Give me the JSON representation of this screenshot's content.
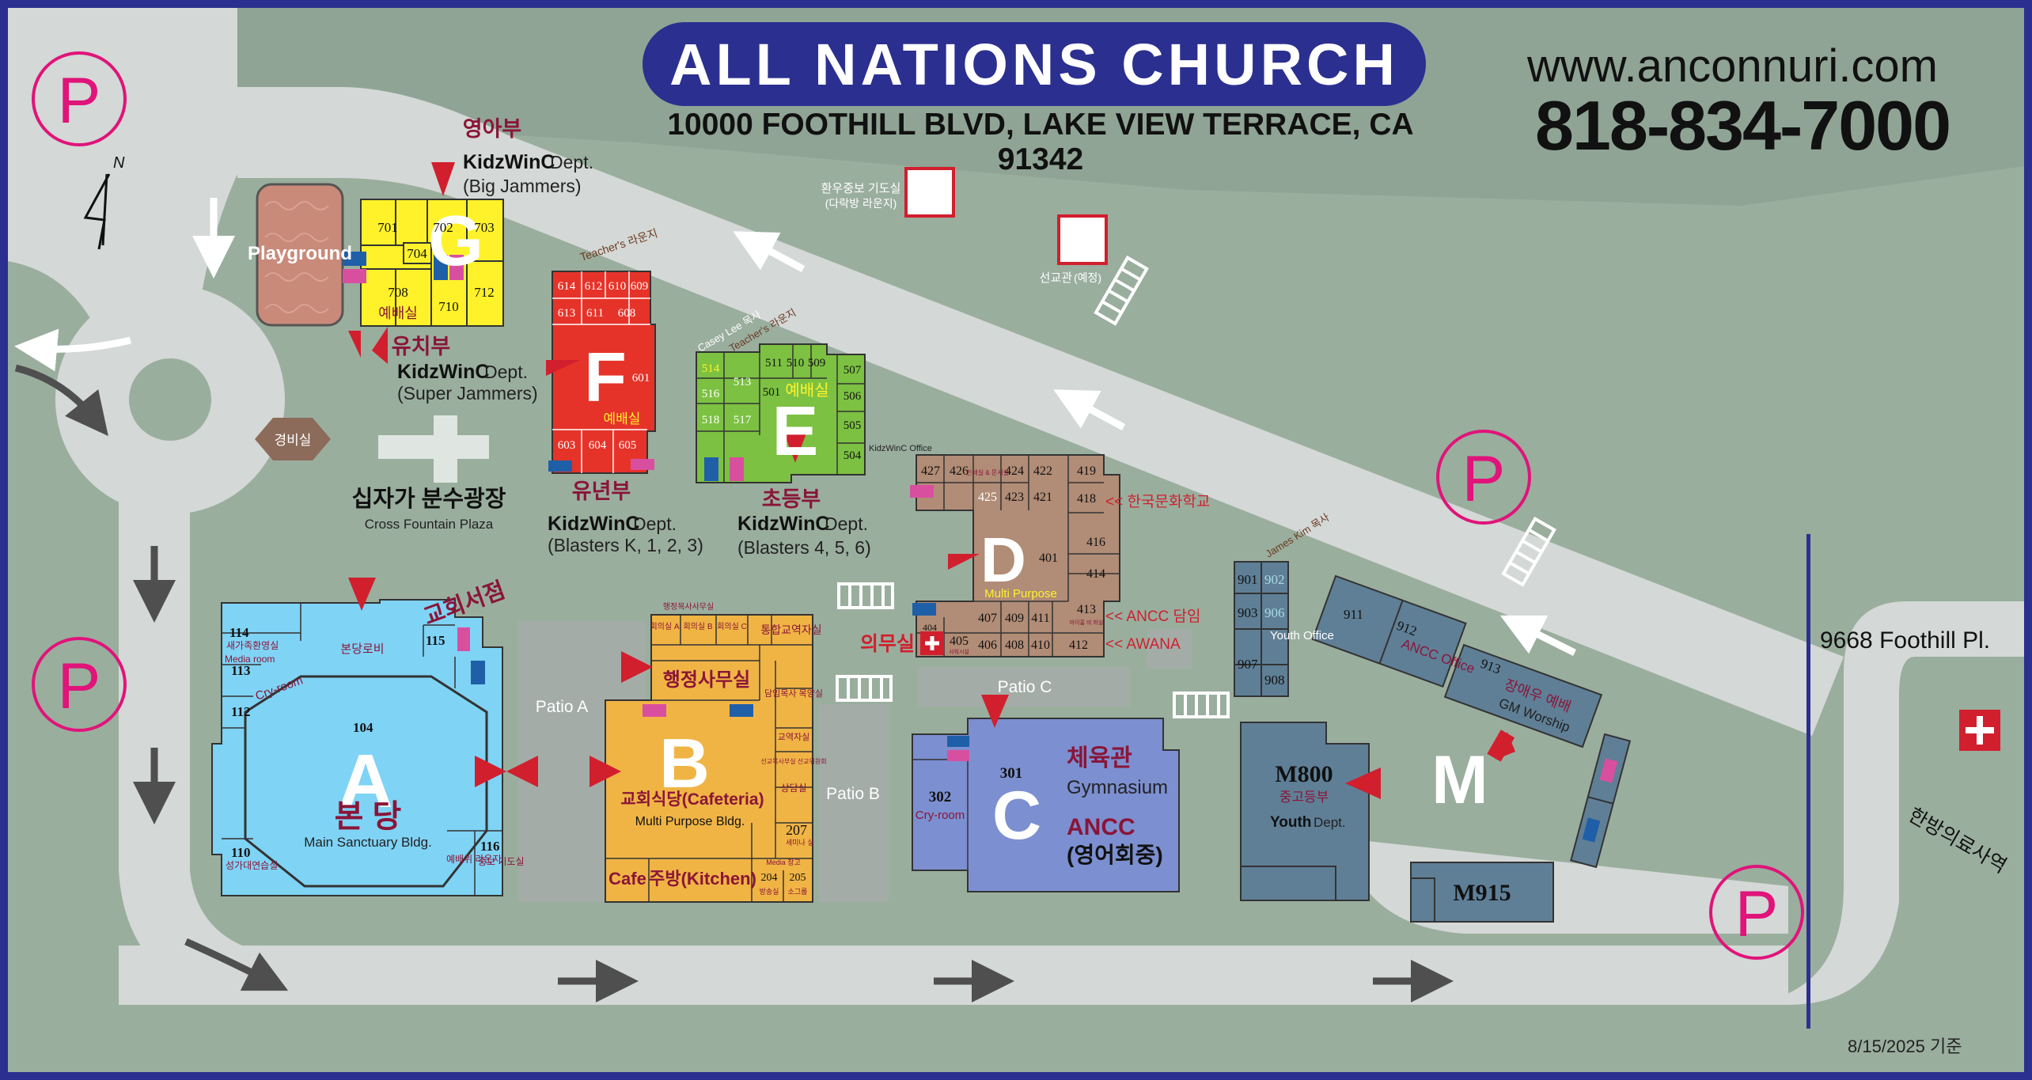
{
  "header": {
    "title": "ALL NATIONS CHURCH",
    "address": "10000 FOOTHILL BLVD, LAKE VIEW TERRACE, CA 91342",
    "website": "www.anconnuri.com",
    "phone": "818-834-7000",
    "date": "8/15/2025 기준"
  },
  "colors": {
    "border": "#2b2f8f",
    "ground": "#9aae9e",
    "road": "#d4d8d6",
    "parking": "#e0147a",
    "arrow_red": "#d11f2e",
    "bldg_A": "#7fd3f5",
    "bldg_B": "#f0b445",
    "bldg_C": "#7c8fd0",
    "bldg_D": "#b18c76",
    "bldg_E": "#7cc142",
    "bldg_F": "#e63329",
    "bldg_G": "#fff22a",
    "bldg_M": "#5f7f96",
    "label_maroon": "#8a1538"
  },
  "compass": {
    "letter": "N"
  },
  "parking": {
    "symbol": "P"
  },
  "playground": {
    "label": "Playground"
  },
  "security": {
    "label": "경비실"
  },
  "plaza": {
    "label": "십자가 분수광장",
    "sub": "Cross Fountain Plaza"
  },
  "building_G": {
    "letter": "G",
    "rooms": [
      "701",
      "702",
      "703",
      "704",
      "708",
      "710",
      "712"
    ],
    "worship": "예배실",
    "dept_top_kr": "영아부",
    "dept_top_brand": "KidzWinC",
    "dept_top_word": "Dept.",
    "dept_top_sub": "(Big Jammers)",
    "dept_bottom_kr": "유치부",
    "dept_bottom_brand": "KidzWinC",
    "dept_bottom_word": "Dept.",
    "dept_bottom_sub": "(Super Jammers)"
  },
  "building_F": {
    "letter": "F",
    "rooms": [
      "614",
      "612",
      "610",
      "609",
      "613",
      "611",
      "608",
      "601",
      "603",
      "604",
      "605"
    ],
    "worship": "예배실",
    "teacher_lounge": "Teacher's 라운지",
    "dept_kr": "유년부",
    "dept_brand": "KidzWinC",
    "dept_word": "Dept.",
    "dept_sub": "(Blasters K, 1, 2, 3)"
  },
  "building_E": {
    "letter": "E",
    "rooms": [
      "514",
      "511",
      "510",
      "509",
      "516",
      "513",
      "501",
      "507",
      "518",
      "517",
      "506",
      "505",
      "504"
    ],
    "worship": "예배실",
    "office_label": "Casey Lee 목사",
    "teacher_lounge": "Teacher's 라운지",
    "kidzwinc_office": "KidzWinC Office",
    "dept_kr": "초등부",
    "dept_brand": "KidzWinC",
    "dept_word": "Dept.",
    "dept_sub": "(Blasters 4, 5, 6)"
  },
  "building_D": {
    "letter": "D",
    "sub": "Multi Purpose",
    "rooms": [
      "427",
      "426",
      "424",
      "422",
      "419",
      "425",
      "423",
      "421",
      "418",
      "416",
      "401",
      "414",
      "413",
      "404",
      "407",
      "409",
      "411",
      "405",
      "406",
      "408",
      "410",
      "412"
    ],
    "room_note_425a": "인쇄실 & 문서실",
    "room_note_413": "마이홈 비 화실",
    "room_note_405": "샤워시설",
    "tag_korean_school": "<< 한국문화학교",
    "tag_ancc": "<< ANCC 담임",
    "tag_awana": "<< AWANA",
    "infirmary": "의무실"
  },
  "building_A": {
    "letter": "A",
    "name_kr": "본 당",
    "name_en": "Main Sanctuary Bldg.",
    "rooms": [
      "114",
      "113",
      "112",
      "104",
      "115",
      "110",
      "116"
    ],
    "room_114": "새가족환영실",
    "room_113": "Media room",
    "cry_room": "Cry-room",
    "lobby": "본당로비",
    "bookstore": "교회서점",
    "room_110": "성가대연습실",
    "room_116": "중보 기도실",
    "prep_room": "예배위 라운지"
  },
  "building_B": {
    "letter": "B",
    "name_kr": "교회식당(Cafeteria)",
    "name_en": "Multi Purpose Bldg.",
    "admin_office": "행정사무실",
    "admin_top": "행정목사사무실",
    "meeting_a": "회의실 A",
    "meeting_b": "회의실 B",
    "meeting_c": "회의실 C",
    "integrated_ed": "통합교역자실",
    "pastor_room": "담임목사 목양실",
    "clergy_room": "교역자실",
    "missionary_room": "선교목사부실 선교위원회",
    "counseling": "상담실",
    "room_207": "207",
    "room_207_sub": "세미나 실",
    "media_room": "Media 창고",
    "room_204": "204",
    "room_204_sub": "방송실",
    "room_205": "205",
    "room_205_sub": "소그룹",
    "cafe": "Cafe",
    "kitchen": "주방(Kitchen)"
  },
  "building_C": {
    "letter": "C",
    "room_301": "301",
    "room_302": "302",
    "cry_room": "Cry-room",
    "name_kr": "체육관",
    "name_en": "Gymnasium",
    "ancc": "ANCC",
    "ancc_kr": "(영어회중)"
  },
  "patios": {
    "a": "Patio A",
    "b": "Patio B",
    "c": "Patio C"
  },
  "prayer_room": {
    "label": "환우중보 기도실",
    "sub": "(다락방 라운지)"
  },
  "mission_hall": {
    "label": "선교관",
    "sub": "(예정)"
  },
  "building_900": {
    "rooms": [
      "901",
      "902",
      "903",
      "906",
      "907",
      "908",
      "911",
      "912",
      "913"
    ],
    "youth_office": "Youth Office",
    "ancc_office": "ANCC Office",
    "pastor_label": "James Kim 목사",
    "worship_kr": "장애우 예배",
    "worship_en": "GM Worship"
  },
  "building_M": {
    "letter": "M",
    "m800": "M800",
    "m800_kr": "중고등부",
    "m800_en_brand": "Youth",
    "m800_en_word": "Dept.",
    "m915": "M915"
  },
  "offsite": {
    "address": "9668 Foothill Pl.",
    "clinic": "한방의료사역"
  }
}
